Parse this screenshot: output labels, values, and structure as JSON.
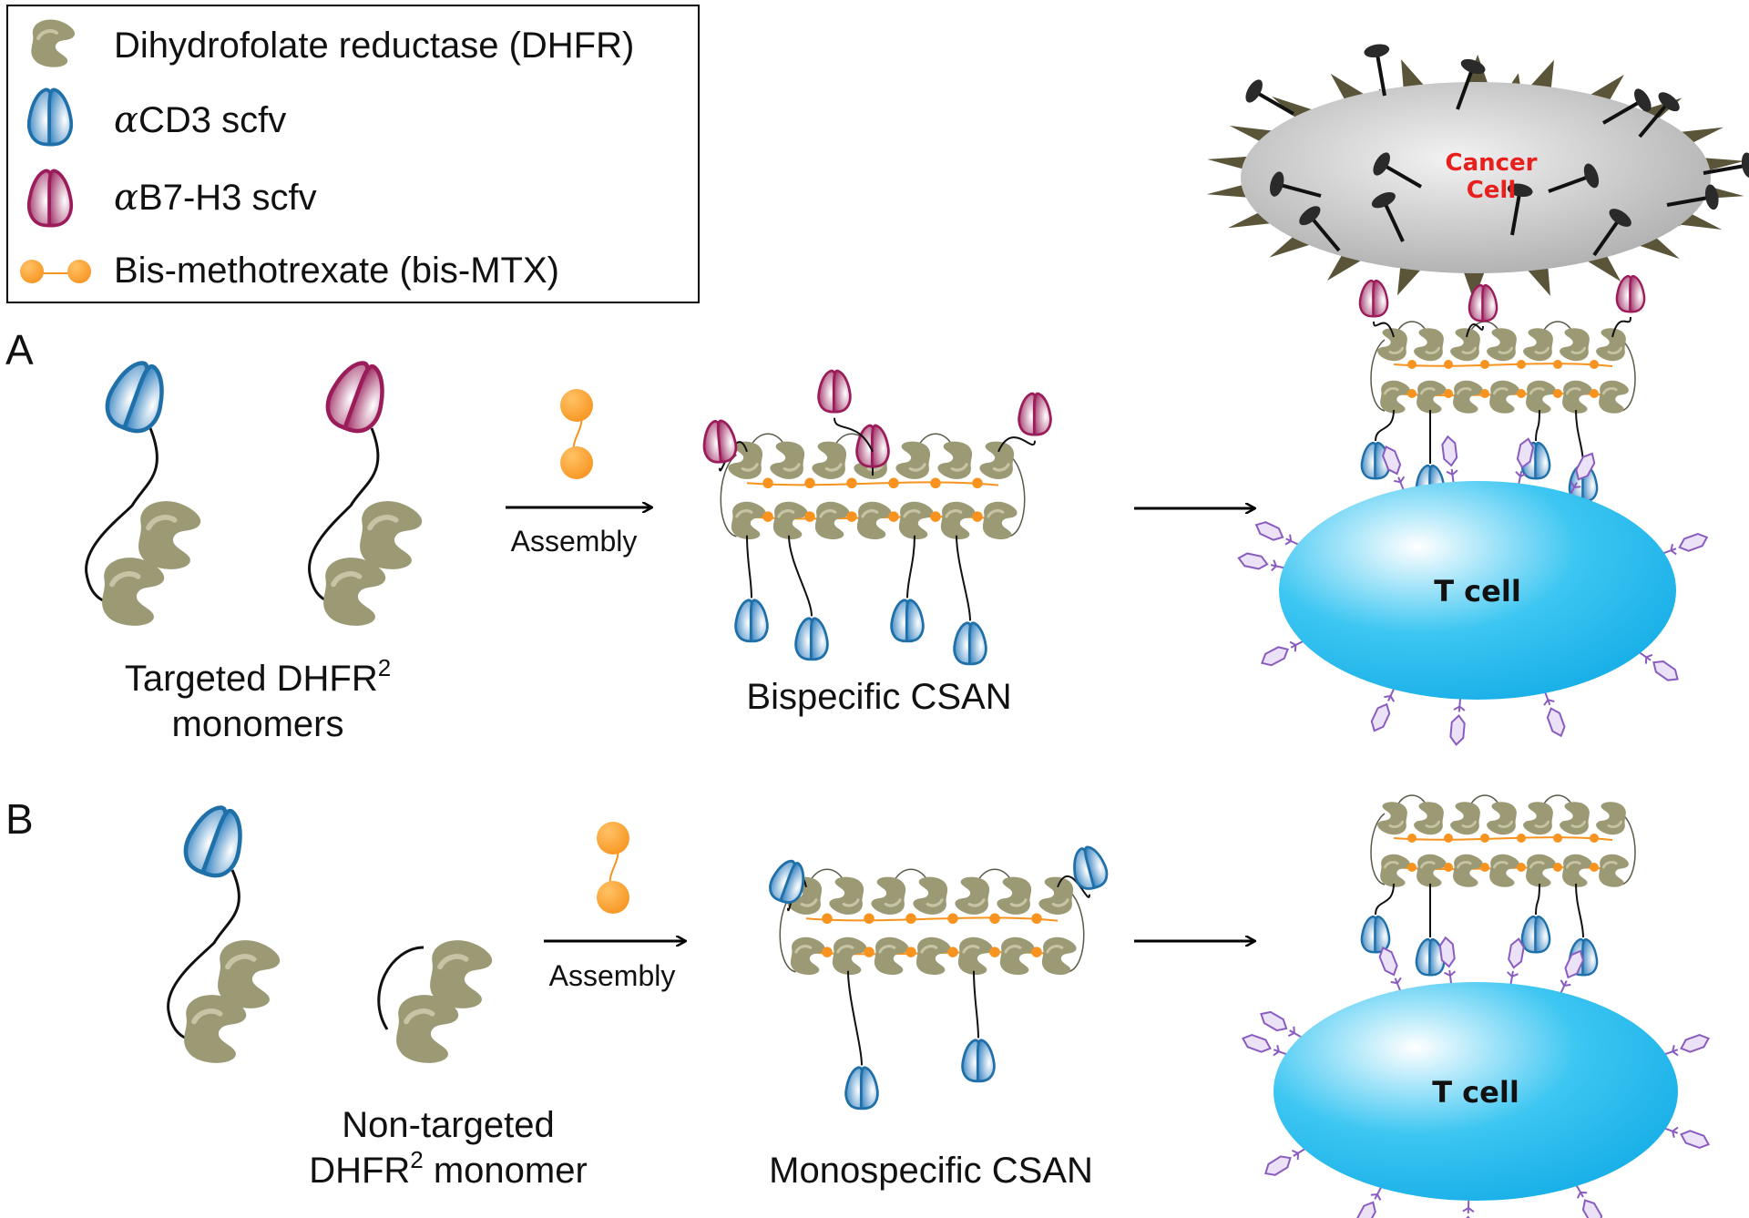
{
  "legend": {
    "dhfr": "Dihydrofolate reductase (DHFR)",
    "cd3_prefix": "α",
    "cd3_rest": "CD3 scfv",
    "b7_prefix": "α",
    "b7_rest": "B7-H3 scfv",
    "mtx": "Bis-methotrexate (bis-MTX)"
  },
  "panel_a": {
    "letter": "A",
    "monomers_line1": "Targeted DHFR",
    "monomers_sup": "2",
    "monomers_line2": "monomers",
    "assembly": "Assembly",
    "csan": "Bispecific CSAN",
    "cancer_line1": "Cancer",
    "cancer_line2": "Cell",
    "tcell": "T cell"
  },
  "panel_b": {
    "letter": "B",
    "monomer_line1": "Non-targeted",
    "monomer_line2": "DHFR",
    "monomer_sup": "2",
    "monomer_line3": " monomer",
    "assembly": "Assembly",
    "csan": "Monospecific CSAN",
    "tcell": "T cell"
  },
  "colors": {
    "dhfr": "#9c9a75",
    "cd3": "#1f6fa8",
    "b7": "#9b1c5a",
    "mtx": "#f7931e",
    "tcell": "#1fb6ea",
    "receptor": "#8a5cc0",
    "spike": "#5a5538"
  }
}
